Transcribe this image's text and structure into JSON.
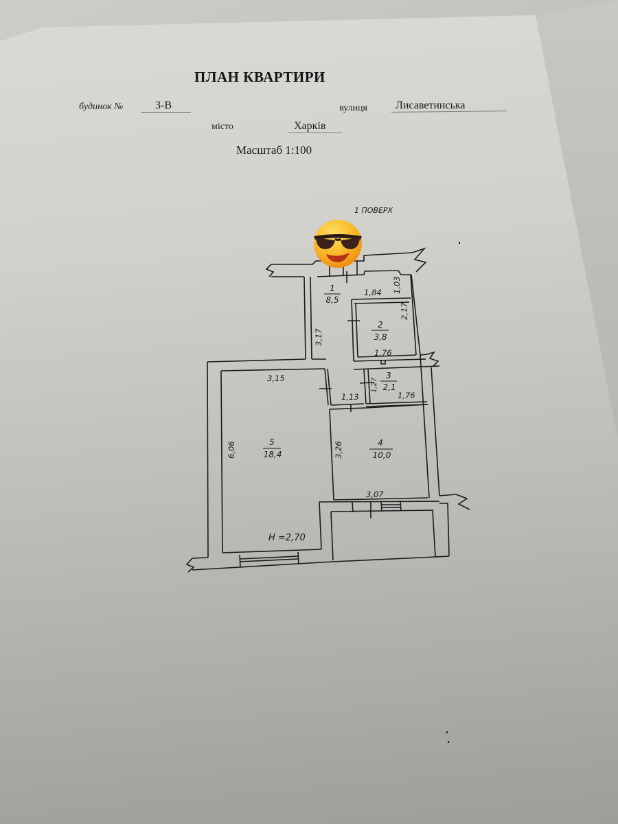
{
  "document": {
    "title": "ПЛАН КВАРТИРИ",
    "house_label": "будинок №",
    "house_value": "3-В",
    "street_label": "вулиця",
    "street_value": "Лисаветинська",
    "city_label": "місто",
    "city_value": "Харків",
    "scale": "Масштаб 1:100"
  },
  "plan": {
    "floor_label": "1 ПОВЕРХ",
    "height_label": "H =2,70",
    "rooms": [
      {
        "number": "1",
        "area": "8,5"
      },
      {
        "number": "2",
        "area": "3,8"
      },
      {
        "number": "3",
        "area": "2,1"
      },
      {
        "number": "4",
        "area": "10,0"
      },
      {
        "number": "5",
        "area": "18,4"
      }
    ],
    "dimensions": {
      "d_1_84": "1,84",
      "d_1_03": "1,03",
      "d_2_17": "2,17",
      "d_3_17": "3,17",
      "d_1_76_a": "1,76",
      "d_1_27": "1,27",
      "d_1_76_b": "1,76",
      "d_1_13": "1,13",
      "d_3_15": "3,15",
      "d_6_06": "6,06",
      "d_3_26": "3,26",
      "d_3_07": "3,07"
    }
  },
  "overlay": {
    "emoji": "sunglasses-face"
  },
  "colors": {
    "ink": "#1a1a1a",
    "paper": "#d6d4cf",
    "emoji_yellow": "#f7b52c"
  }
}
